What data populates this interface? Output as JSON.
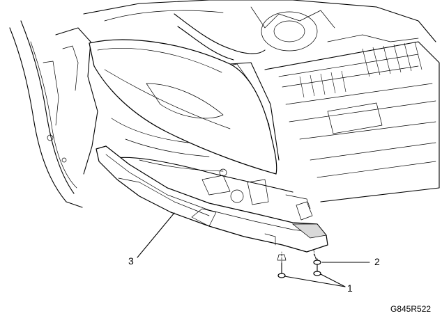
{
  "figure_id": "G845R522",
  "callouts": [
    {
      "id": "callout-1",
      "label": "1",
      "part": "fastener"
    },
    {
      "id": "callout-2",
      "label": "2",
      "part": "fastener"
    },
    {
      "id": "callout-3",
      "label": "3",
      "part": "deflector-panel"
    }
  ],
  "colors": {
    "line": "#000000",
    "background": "#ffffff",
    "shade": "#d9d9d9"
  }
}
